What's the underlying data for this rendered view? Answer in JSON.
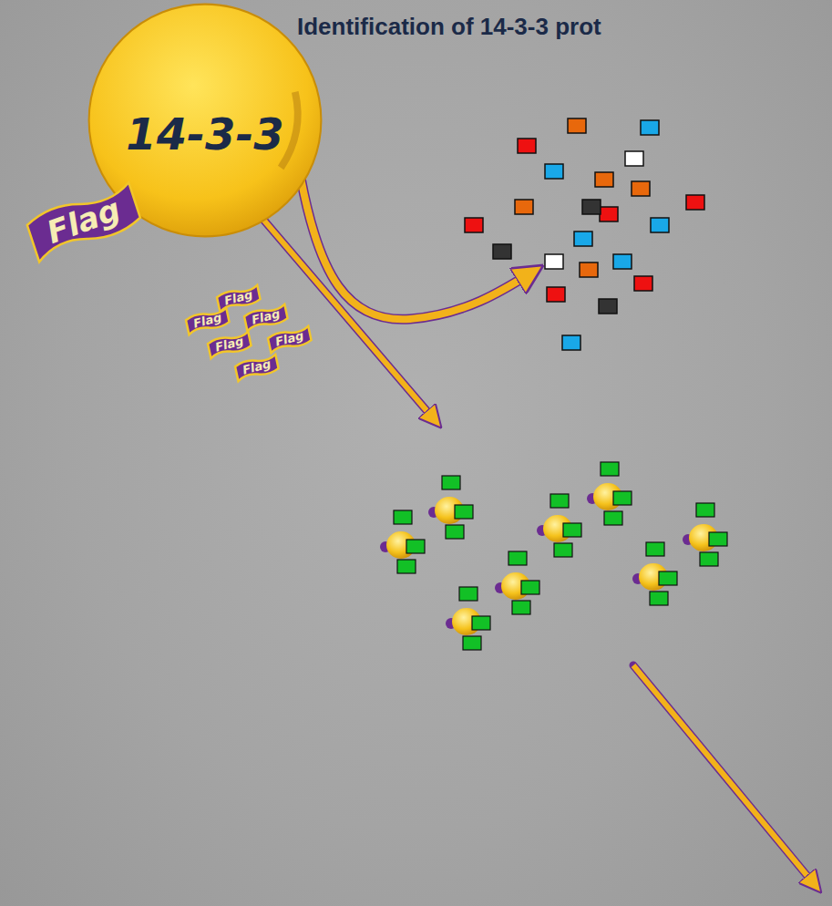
{
  "diagram": {
    "title": "Identification of 14-3-3 prot",
    "nodes": [
      {
        "text": [
          "14-3-3"
        ]
      },
      {
        "text": [
          "Flag"
        ]
      },
      {
        "text": [
          "Flag"
        ]
      },
      {
        "text": [
          "Flag"
        ]
      },
      {
        "text": [
          "Flag"
        ]
      },
      {
        "text": [
          "Flag"
        ]
      },
      {
        "text": [
          "Flag"
        ]
      },
      {
        "text": [
          "Flag"
        ]
      }
    ]
  }
}
